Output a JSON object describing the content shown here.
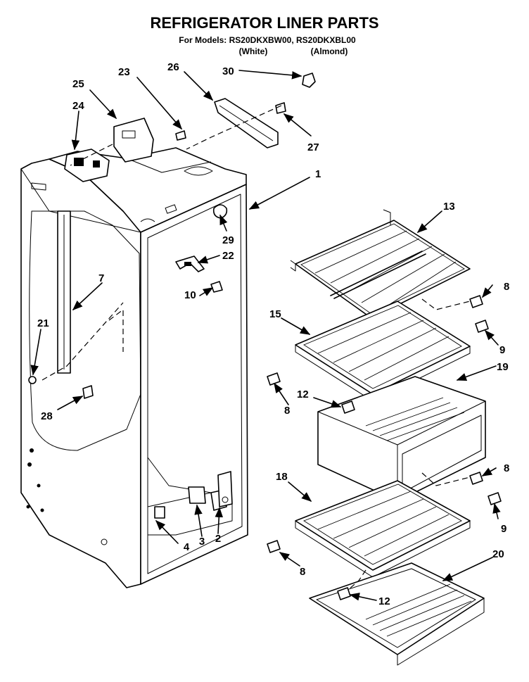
{
  "title": "REFRIGERATOR LINER PARTS",
  "models_line": "For Models: RS20DKXBW00, RS20DKXBL00",
  "variant_white": "(White)",
  "variant_almond": "(Almond)",
  "callouts": {
    "c1": "1",
    "c2": "2",
    "c3": "3",
    "c4": "4",
    "c7": "7",
    "c8a": "8",
    "c8b": "8",
    "c8c": "8",
    "c8d": "8",
    "c9a": "9",
    "c9b": "9",
    "c10": "10",
    "c12a": "12",
    "c12b": "12",
    "c13": "13",
    "c15": "15",
    "c18": "18",
    "c19": "19",
    "c20": "20",
    "c21": "21",
    "c22": "22",
    "c23": "23",
    "c24": "24",
    "c25": "25",
    "c26": "26",
    "c27": "27",
    "c28": "28",
    "c29": "29",
    "c30": "30"
  }
}
